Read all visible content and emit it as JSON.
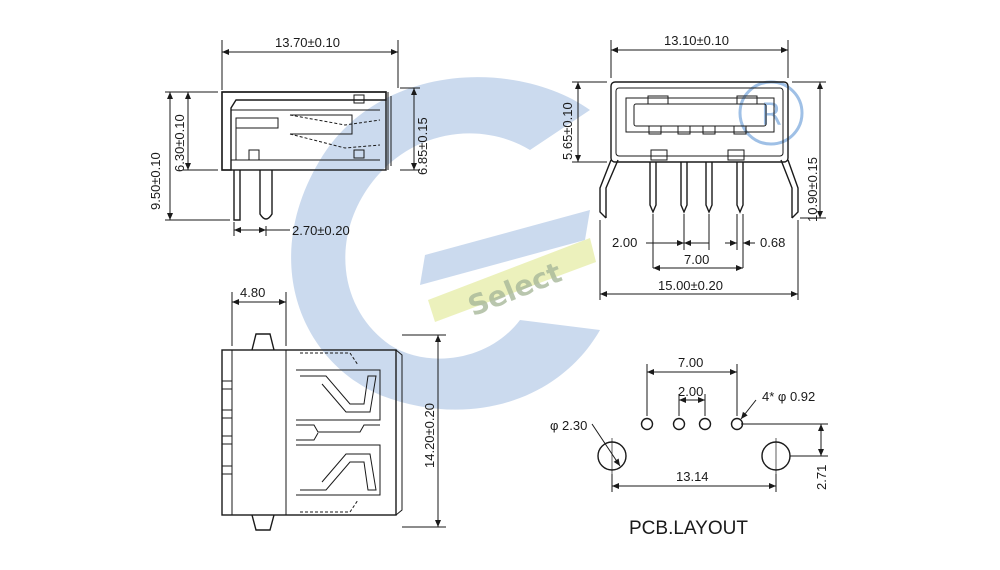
{
  "watermark": {
    "text": "Select",
    "blue": "#b9cde8",
    "yellow": "#e9efb0"
  },
  "side_view": {
    "width": "13.70±0.10",
    "height_total": "9.50±0.10",
    "height_body": "6.30±0.10",
    "height_right": "6.85±0.15",
    "pin_offset": "2.70±0.20"
  },
  "front_view": {
    "width_top": "13.10±0.10",
    "height_left": "5.65±0.10",
    "height_right": "10.90±0.15",
    "pitch": "2.00",
    "pin_width": "0.68",
    "pin_span": "7.00",
    "width_bottom": "15.00±0.20"
  },
  "top_view": {
    "offset": "4.80",
    "length": "14.20±0.20"
  },
  "pcb": {
    "title": "PCB.LAYOUT",
    "span": "7.00",
    "pitch": "2.00",
    "hole_dia": "4* φ 0.92",
    "peg_dia": "φ 2.30",
    "peg_span": "13.14",
    "peg_offset": "2.71"
  }
}
